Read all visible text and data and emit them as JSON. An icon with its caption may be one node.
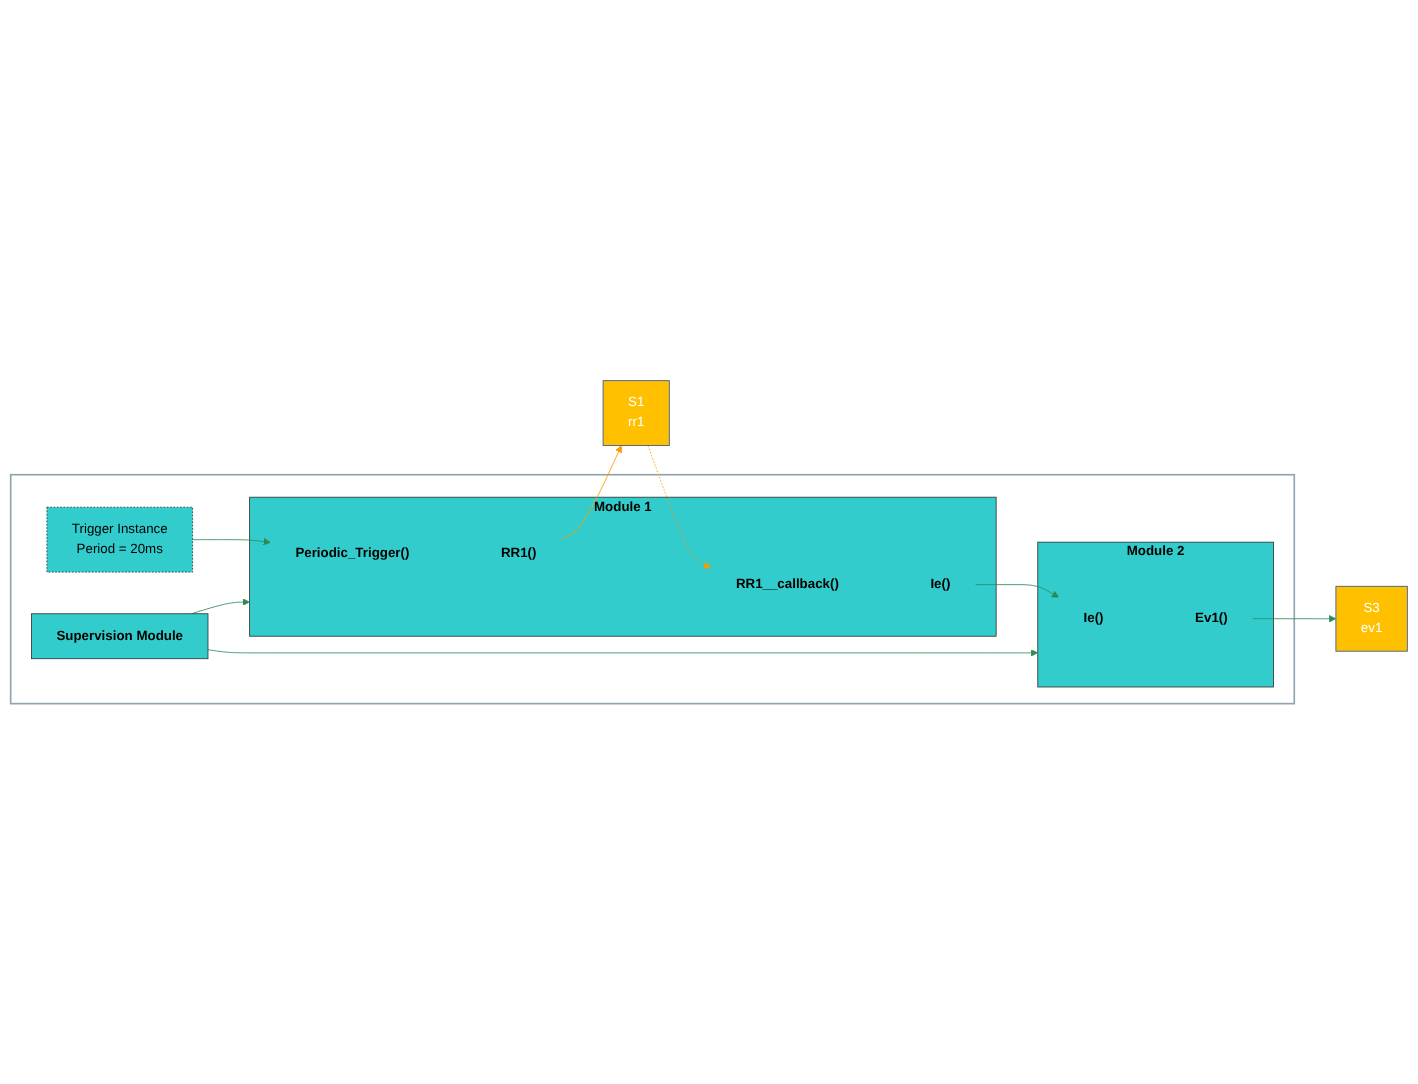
{
  "diagram": {
    "nodes": [
      {
        "text": [],
        "shape": "box"
      },
      {
        "text": [
          "Supervision Module"
        ],
        "in": 0
      },
      {
        "text": [
          "Module 1"
        ],
        "in": 0
      },
      {
        "text": [
          "Periodic_Trigger()"
        ],
        "in": 2
      },
      {
        "text": [
          "RR1()"
        ],
        "in": 2
      },
      {
        "text": [
          "RR1__callback()"
        ],
        "in": 2
      },
      {
        "text": [
          "Ie()"
        ],
        "in": 2
      },
      {
        "text": [
          "Module 2"
        ],
        "in": 0
      },
      {
        "text": [
          "Ie()"
        ],
        "in": 7
      },
      {
        "text": [
          "Ev1()"
        ],
        "in": 7
      },
      {
        "text": [
          "Trigger Instance",
          "Period = 20ms"
        ],
        "in": 0
      },
      {
        "text": [
          "S1",
          "rr1"
        ]
      },
      {
        "text": [
          "S3",
          "ev1"
        ]
      }
    ],
    "edges": [
      {
        "from": 1,
        "to": 2,
        "arrow": "to"
      },
      {
        "from": 1,
        "to": 7,
        "arrow": "to"
      },
      {
        "from": 10,
        "to": 3,
        "arrow": "to"
      },
      {
        "from": 4,
        "to": 11,
        "arrow": "to",
        "color": "#ff9900"
      },
      {
        "from": 11,
        "to": 5,
        "arrow": "to",
        "style": "dashed",
        "color": "#ff9900"
      },
      {
        "from": 6,
        "to": 8,
        "arrow": "to"
      },
      {
        "from": 9,
        "to": 12,
        "arrow": "to"
      }
    ]
  }
}
